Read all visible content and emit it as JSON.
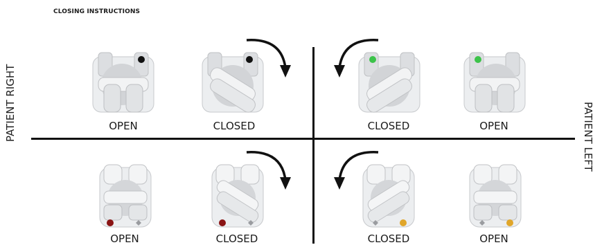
{
  "heading": "CLOSING INSTRUCTIONS",
  "side_labels": {
    "right": "PATIENT RIGHT",
    "left": "PATIENT LEFT"
  },
  "captions": {
    "tl_open": "OPEN",
    "tl_closed": "CLOSED",
    "tr_closed": "CLOSED",
    "tr_open": "OPEN",
    "bl_open": "OPEN",
    "bl_closed": "CLOSED",
    "br_closed": "CLOSED",
    "br_open": "OPEN"
  },
  "colors": {
    "black_dot": "#111111",
    "green_dot": "#3cc34a",
    "red_dot": "#8a1414",
    "yellow_dot": "#e0a62a",
    "bracket_body": "#e6e7e9",
    "bracket_shade": "#c9cacd",
    "line": "#111111"
  }
}
